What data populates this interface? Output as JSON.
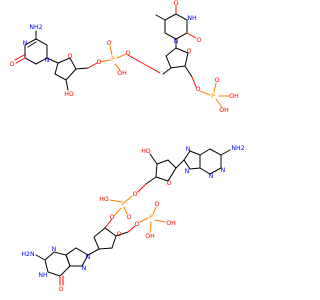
{
  "figure": {
    "background": "#ffffff",
    "colors": {
      "carbon": "#000000",
      "oxygen": "#ff0000",
      "nitrogen": "#0000ff",
      "phosphorus": "#ff8000"
    },
    "labels": {
      "nh2_a": "NH2",
      "n_a1": "N",
      "n_a2": "N",
      "o_a": "O",
      "oh_a": "HO",
      "o_ring_a": "O",
      "o_link_a": "O",
      "p_a": "P",
      "oh_p_a": "OH",
      "o_dbl_a": "O",
      "o_3a": "O",
      "o_top": "O",
      "nh_top": "NH",
      "o_top2": "O",
      "n_top": "N",
      "o_ring_b": "O",
      "o_b1": "O",
      "p_b": "P",
      "oh_b1": "OH",
      "oh_b2": "OH",
      "o_b2": "O",
      "nh2_b": "NH2",
      "n_b1": "N",
      "n_b2": "N",
      "n_b3": "N",
      "n_b4": "N",
      "ho_c": "HO",
      "o_ring_c": "O",
      "o_c1": "O",
      "ho_c1": "HO",
      "p_c": "P",
      "o_c2": "O",
      "o_c3": "O",
      "o_c4": "O",
      "p_d": "P",
      "oh_d1": "OH",
      "oh_d2": "OH",
      "o_d": "O",
      "o_ring_d": "O",
      "h2n_e": "H2N",
      "nh_e": "NH",
      "n_e1": "N",
      "n_e2": "N",
      "n_e3": "N",
      "o_e": "O"
    }
  }
}
